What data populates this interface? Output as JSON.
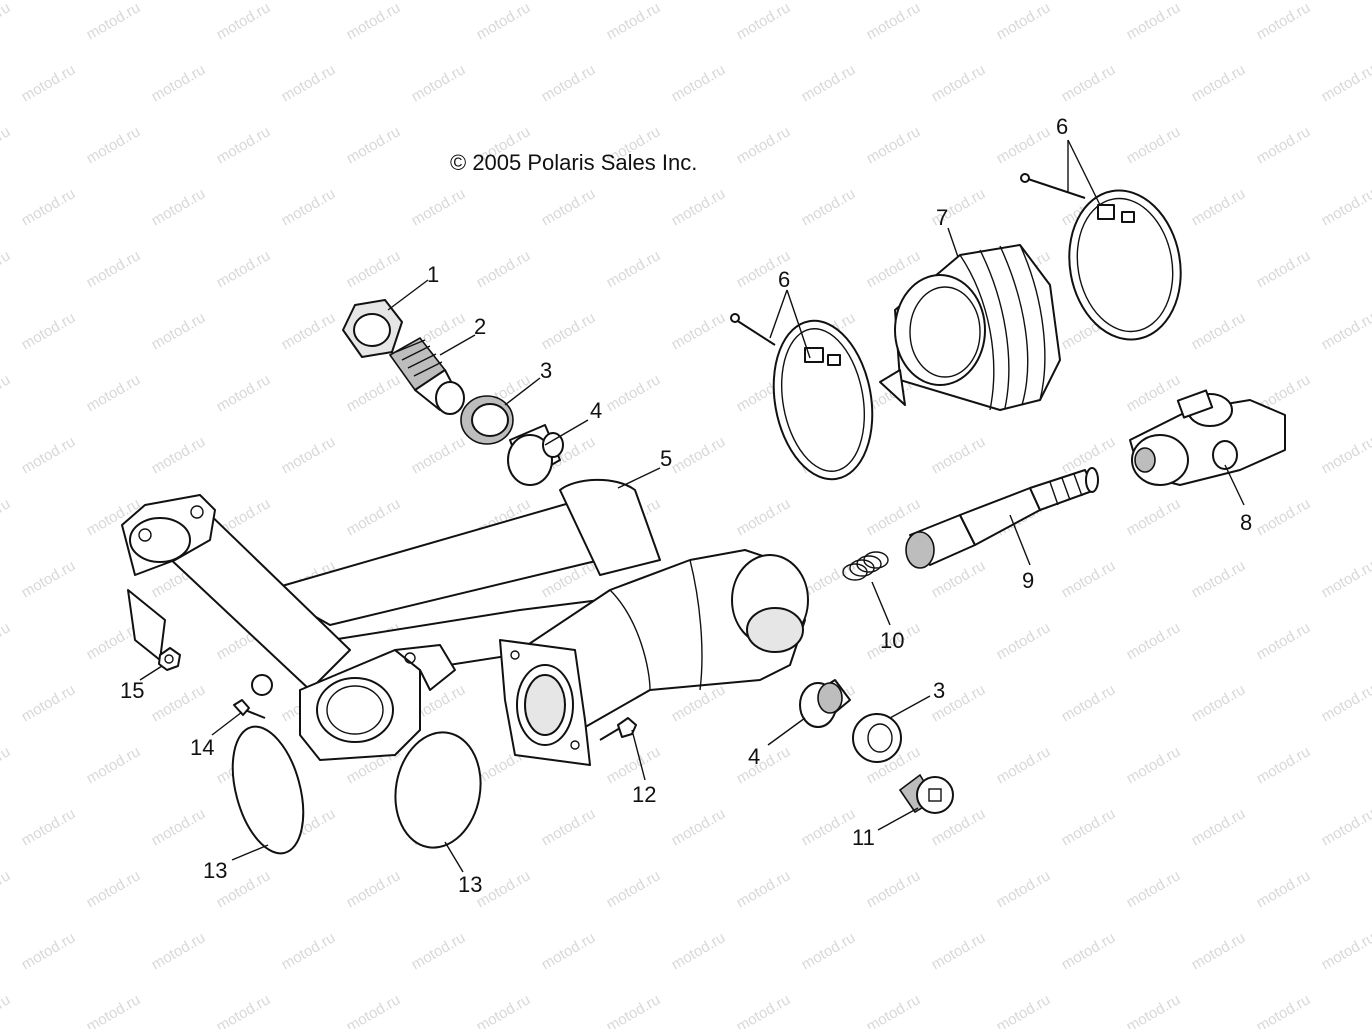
{
  "copyright": "© 2005 Polaris Sales Inc.",
  "watermark": "motod.ru",
  "callouts": [
    {
      "id": "c1",
      "label": "1"
    },
    {
      "id": "c2",
      "label": "2"
    },
    {
      "id": "c3a",
      "label": "3"
    },
    {
      "id": "c4a",
      "label": "4"
    },
    {
      "id": "c5",
      "label": "5"
    },
    {
      "id": "c6a",
      "label": "6"
    },
    {
      "id": "c7",
      "label": "7"
    },
    {
      "id": "c6b",
      "label": "6"
    },
    {
      "id": "c8",
      "label": "8"
    },
    {
      "id": "c9",
      "label": "9"
    },
    {
      "id": "c10",
      "label": "10"
    },
    {
      "id": "c3b",
      "label": "3"
    },
    {
      "id": "c4b",
      "label": "4"
    },
    {
      "id": "c11",
      "label": "11"
    },
    {
      "id": "c12",
      "label": "12"
    },
    {
      "id": "c13a",
      "label": "13"
    },
    {
      "id": "c13b",
      "label": "13"
    },
    {
      "id": "c14",
      "label": "14"
    },
    {
      "id": "c15",
      "label": "15"
    }
  ],
  "colors": {
    "line": "#111111",
    "watermark": "#d8d8d8",
    "background": "#ffffff"
  }
}
